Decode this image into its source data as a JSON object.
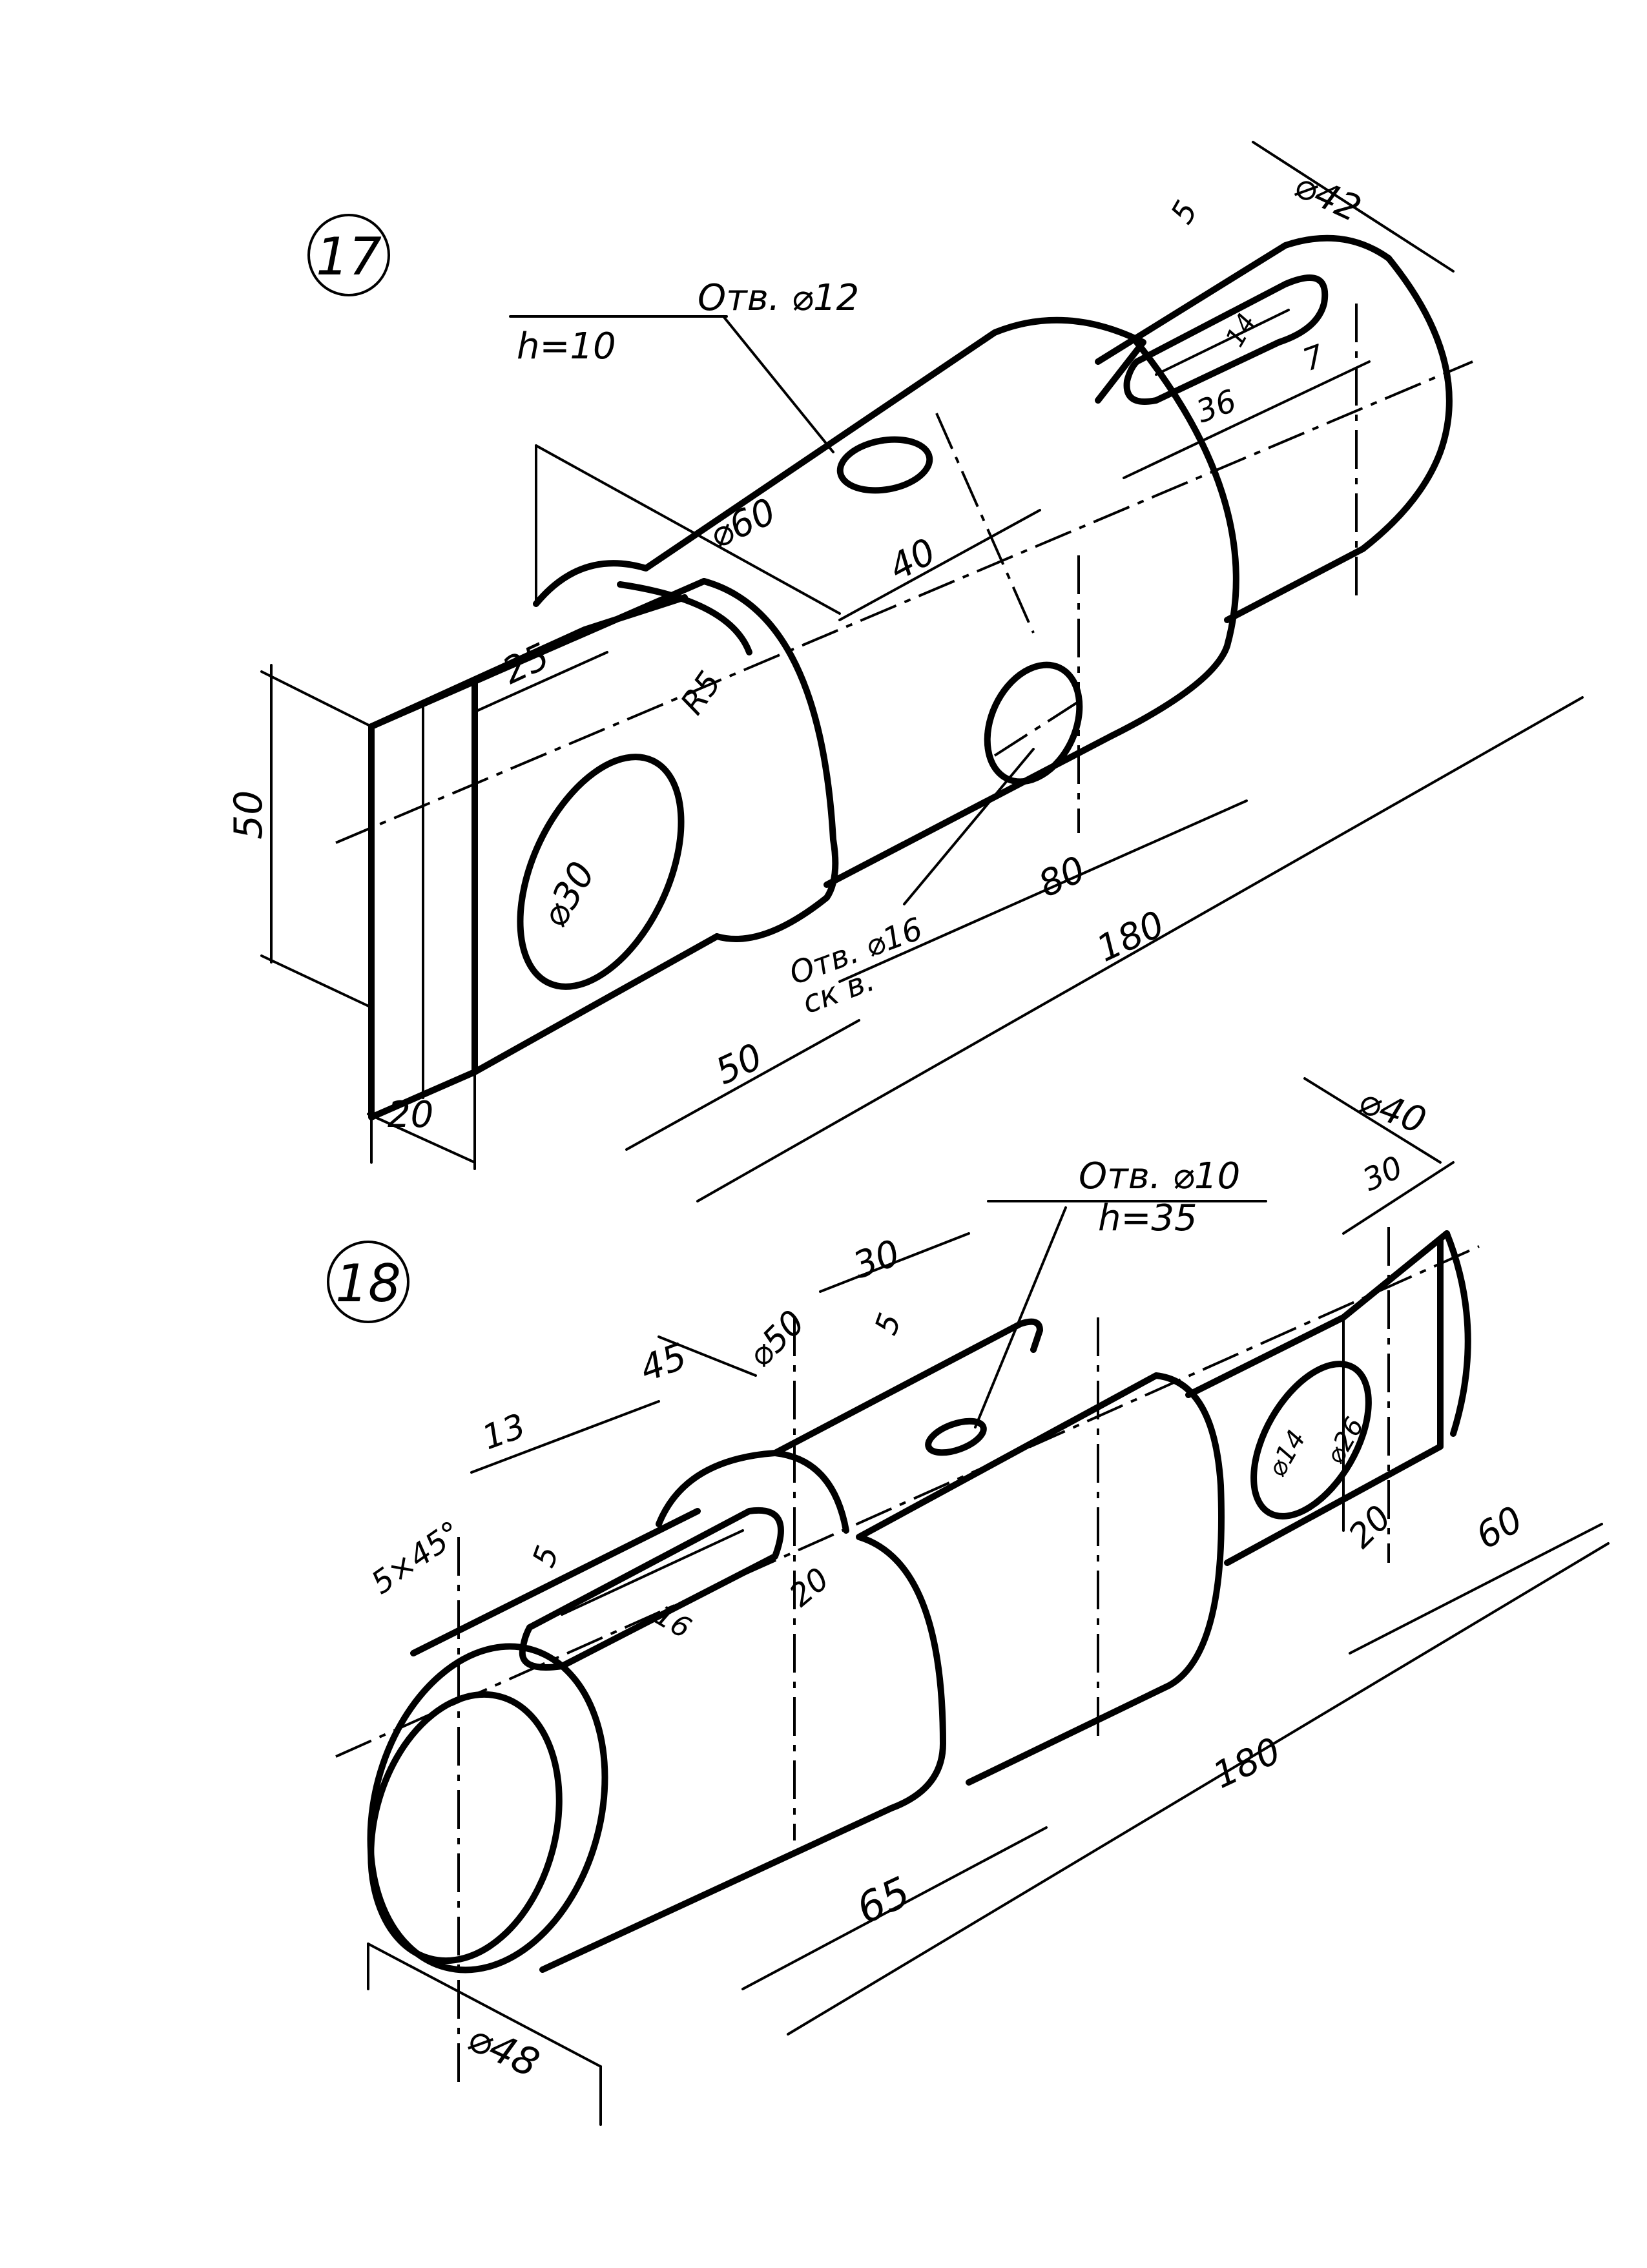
{
  "part_17": {
    "number": "17",
    "hole_top": {
      "line1": "Отв. ⌀12",
      "line2": "h=10"
    },
    "hole_side": {
      "line1": "Отв. ⌀16",
      "line2": "ск в."
    },
    "dims": {
      "d60": "⌀60",
      "d42": "⌀42",
      "l40": "40",
      "r5": "R5",
      "l25": "25",
      "h50": "50",
      "d30": "⌀30",
      "w20": "20",
      "l50": "50",
      "l80": "80",
      "l180": "180",
      "l36": "36",
      "s7": "7",
      "s5": "5",
      "s14": "14"
    }
  },
  "part_18": {
    "number": "18",
    "hole_top": {
      "line1": "Отв. ⌀10",
      "line2": "h=35"
    },
    "dims": {
      "d40": "⌀40",
      "l30_top": "30",
      "l30_right": "30",
      "d50": "⌀50",
      "s5": "5",
      "l45": "45",
      "l13": "13",
      "chamfer": "5×45°",
      "s5_slot": "5",
      "l16": "16",
      "w20_mid": "20",
      "l180": "180",
      "l65": "65",
      "d48": "⌀48",
      "w20_end": "20",
      "l60": "60",
      "d14": "⌀14",
      "d26": "⌀26"
    }
  }
}
